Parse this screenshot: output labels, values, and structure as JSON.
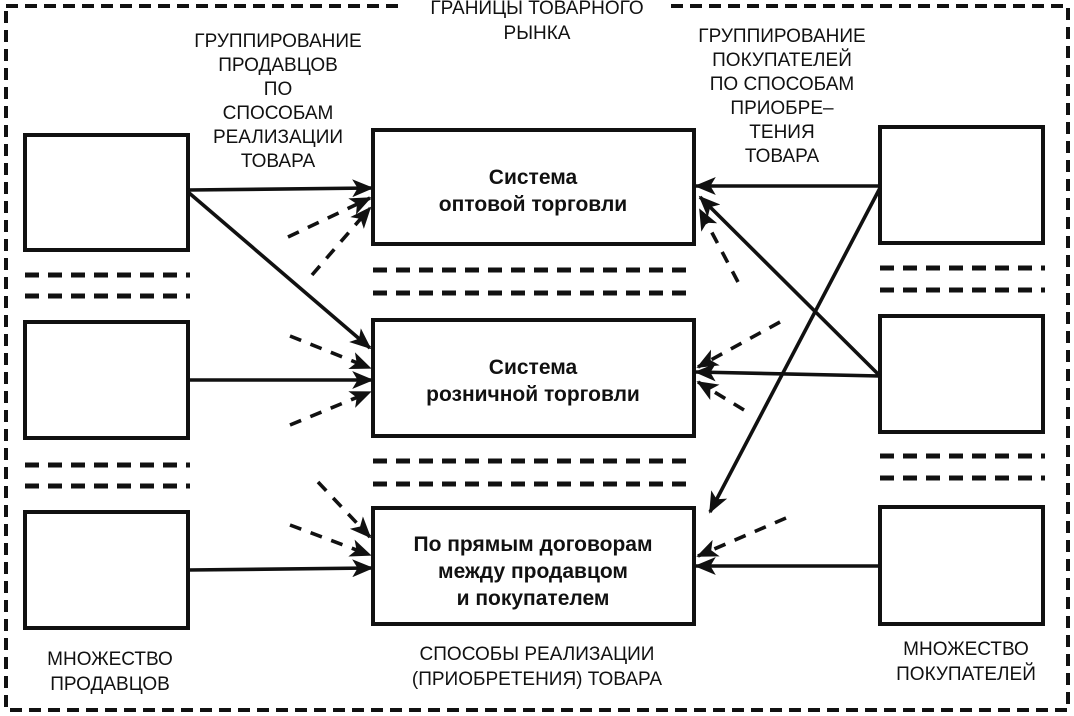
{
  "market_boundary_label": [
    "ГРАНИЦЫ ТОВАРНОГО",
    "РЫНКА"
  ],
  "seller_grouping_label": [
    "ГРУППИРОВАНИЕ",
    "ПРОДАВЦОВ",
    "ПО",
    "СПОСОБАМ",
    "РЕАЛИЗАЦИИ",
    "ТОВАРА"
  ],
  "buyer_grouping_label": [
    "ГРУППИРОВАНИЕ",
    "ПОКУПАТЕЛЕЙ",
    "ПО СПОСОБАМ",
    "ПРИОБРЕ–",
    "ТЕНИЯ",
    "ТОВАРА"
  ],
  "systems": [
    {
      "lines": [
        "Система",
        "оптовой торговли"
      ]
    },
    {
      "lines": [
        "Система",
        "розничной торговли"
      ]
    },
    {
      "lines": [
        "По прямым договорам",
        "между продавцом",
        "и покупателем"
      ]
    }
  ],
  "sellers_caption": [
    "МНОЖЕСТВО",
    "ПРОДАВЦОВ"
  ],
  "methods_caption": [
    "СПОСОБЫ РЕАЛИЗАЦИИ",
    "(ПРИОБРЕТЕНИЯ) ТОВАРА"
  ],
  "buyers_caption": [
    "МНОЖЕСТВО",
    "ПОКУПАТЕЛЕЙ"
  ]
}
